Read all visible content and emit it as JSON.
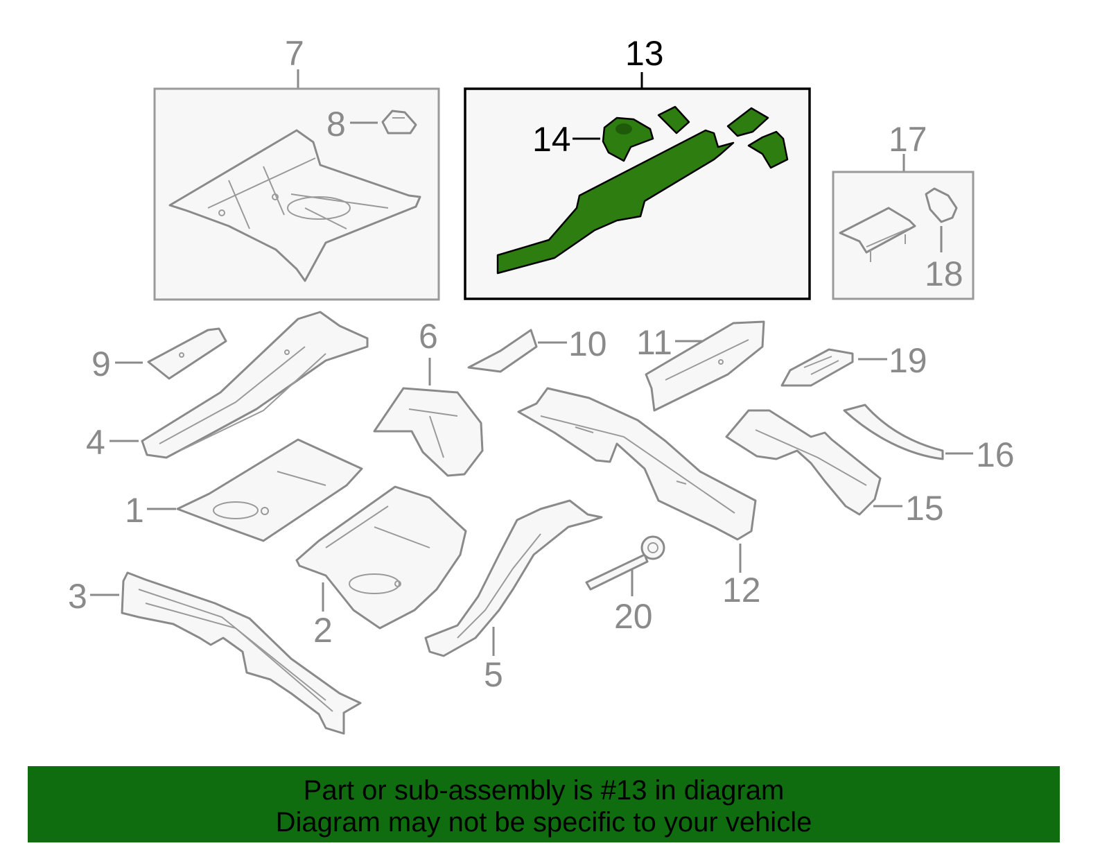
{
  "diagram": {
    "highlight_color": "#2e7d10",
    "callouts": {
      "c1": "1",
      "c2": "2",
      "c3": "3",
      "c4": "4",
      "c5": "5",
      "c6": "6",
      "c7": "7",
      "c8": "8",
      "c9": "9",
      "c10": "10",
      "c11": "11",
      "c12": "12",
      "c13": "13",
      "c14": "14",
      "c15": "15",
      "c16": "16",
      "c17": "17",
      "c18": "18",
      "c19": "19",
      "c20": "20"
    },
    "highlighted_part": "13"
  },
  "banner": {
    "background": "#0f6d10",
    "line1": "Part or sub-assembly is #13 in diagram",
    "line2": "Diagram may not be specific to your vehicle"
  }
}
